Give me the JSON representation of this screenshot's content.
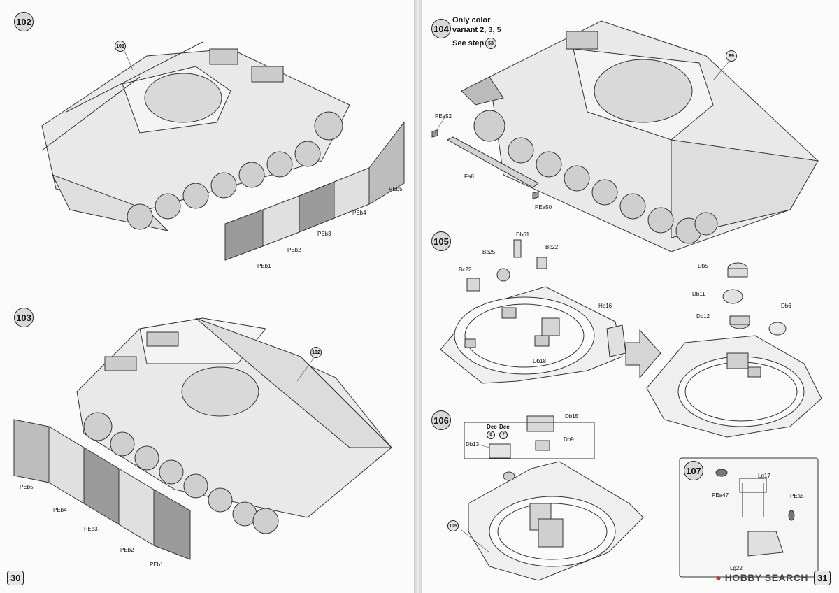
{
  "pages": {
    "left_number": "30",
    "right_number": "31"
  },
  "steps": {
    "s102": {
      "number": "102",
      "ref": "101",
      "labels": [
        "PEb1",
        "PEb2",
        "PEb3",
        "PEb4",
        "PEb5"
      ]
    },
    "s103": {
      "number": "103",
      "ref": "102",
      "labels": [
        "PEb5",
        "PEb4",
        "PEb3",
        "PEb2",
        "PEb1"
      ]
    },
    "s104": {
      "number": "104",
      "note_line1": "Only color",
      "note_line2": "variant 2, 3, 5",
      "see_text": "See step",
      "see_ref": "53",
      "ref": "99",
      "labels": [
        "PEa52",
        "Fa8",
        "PEa50"
      ]
    },
    "s105": {
      "number": "105",
      "labels": [
        "Db61",
        "Bc25",
        "Bc22",
        "Bc22",
        "Hb16",
        "Db18",
        "Db5",
        "Db11",
        "Db12",
        "Db6"
      ]
    },
    "s106": {
      "number": "106",
      "ref": "105",
      "labels": [
        "Db15",
        "Db9",
        "Db13"
      ],
      "dec_a": "Dec",
      "dec_a_num": "6",
      "dec_b": "Dec",
      "dec_b_num": "7"
    },
    "s107": {
      "number": "107",
      "labels": [
        "Lg17",
        "PEa47",
        "PEa5",
        "Lg22"
      ]
    }
  },
  "watermark": {
    "brand": "HOBBY SEARCH"
  }
}
